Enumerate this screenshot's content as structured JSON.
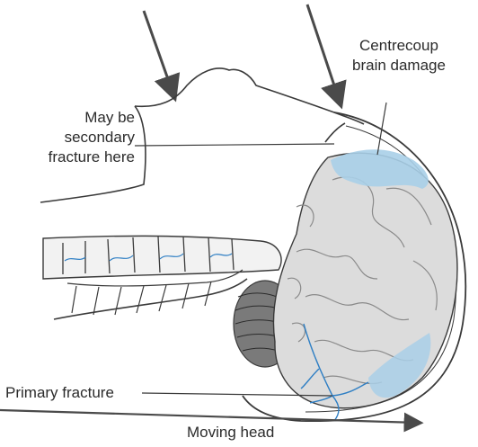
{
  "labels": {
    "centrecoup": [
      "Centrecoup",
      "brain damage"
    ],
    "secondary": [
      "May be",
      "secondary",
      "fracture here"
    ],
    "primary": "Primary fracture",
    "moving": "Moving head"
  },
  "colors": {
    "outline": "#3a3a3a",
    "arrow": "#4a4a4a",
    "brain_fill": "#dcdcdc",
    "damage": "#a9cfe8",
    "fracture_line": "#2f7fc4",
    "spine_fill": "#f2f2f2",
    "cerebellum": "#7a7a7a",
    "background": "#ffffff"
  }
}
